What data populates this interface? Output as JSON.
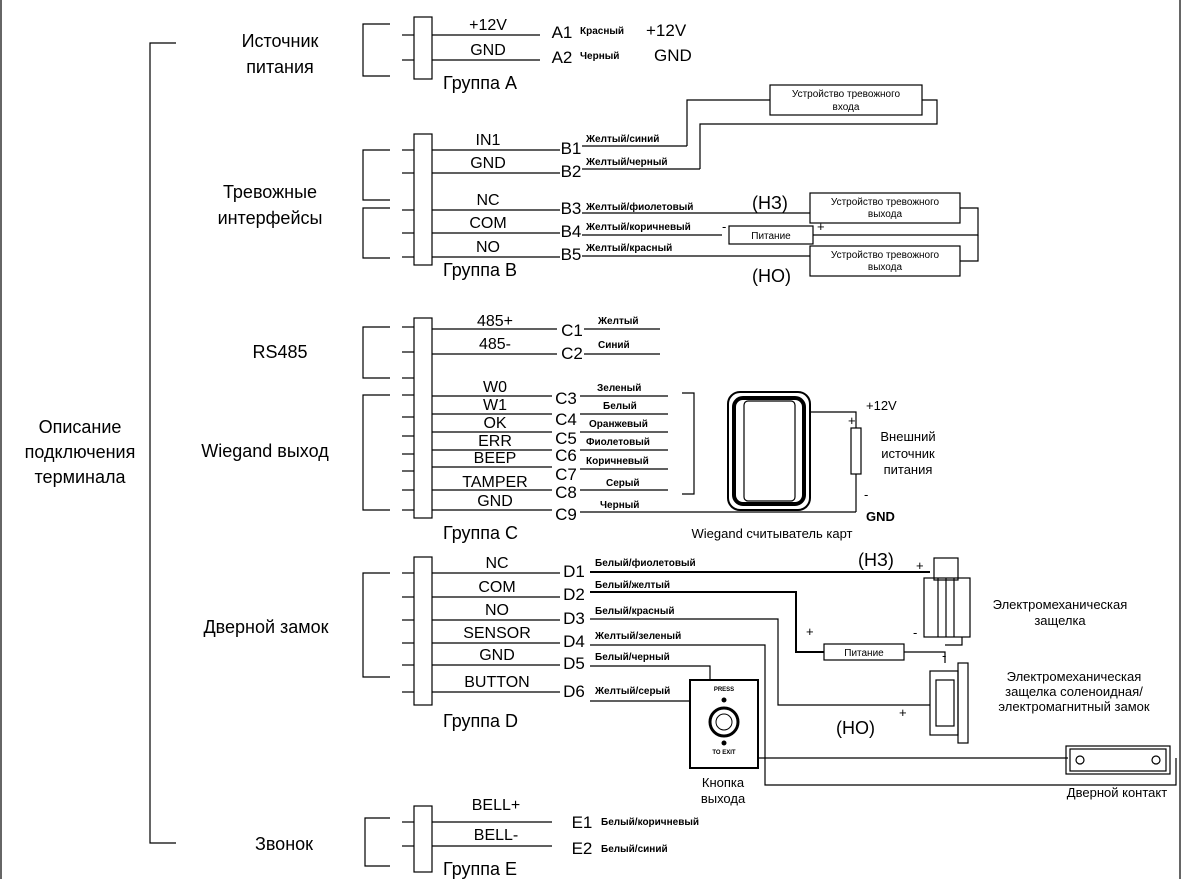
{
  "terminal_label": "Описание подключения терминала",
  "groups": {
    "A": {
      "section": "Источник питания",
      "group_label": "Группа A",
      "rows": [
        {
          "signal": "+12V",
          "pin": "A1",
          "wire": "Красный",
          "extra": "+12V"
        },
        {
          "signal": "GND",
          "pin": "A2",
          "wire": "Черный",
          "extra": "GND"
        }
      ]
    },
    "B": {
      "section": "Тревожные интерфейсы",
      "group_label": "Группа B",
      "rows": [
        {
          "signal": "IN1",
          "pin": "B1",
          "wire": "Желтый/синий"
        },
        {
          "signal": "GND",
          "pin": "B2",
          "wire": "Желтый/черный"
        },
        {
          "signal": "NC",
          "pin": "B3",
          "wire": "Желтый/фиолетовый"
        },
        {
          "signal": "COM",
          "pin": "B4",
          "wire": "Желтый/коричневый"
        },
        {
          "signal": "NO",
          "pin": "B5",
          "wire": "Желтый/красный"
        }
      ],
      "alarm_input_box": "Устройство тревожного входа",
      "alarm_output_box": "Устройство тревожного выхода",
      "power_box": "Питание",
      "nc_note": "(НЗ)",
      "no_note": "(НО)",
      "plus": "+",
      "minus": "-"
    },
    "C": {
      "rs485_label": "RS485",
      "wiegand_label": "Wiegand выход",
      "group_label": "Группа C",
      "rows": [
        {
          "signal": "485+",
          "pin": "C1",
          "wire": "Желтый"
        },
        {
          "signal": "485-",
          "pin": "C2",
          "wire": "Синий"
        },
        {
          "signal": "W0",
          "pin": "C3",
          "wire": "Зеленый"
        },
        {
          "signal": "W1",
          "pin": "C4",
          "wire": "Белый"
        },
        {
          "signal": "OK",
          "pin": "C5",
          "wire": "Оранжевый"
        },
        {
          "signal": "ERR",
          "pin": "C6",
          "wire": "Фиолетовый"
        },
        {
          "signal": "BEEP",
          "pin": "C7",
          "wire": "Коричневый"
        },
        {
          "signal": "TAMPER",
          "pin": "C8",
          "wire": "Серый"
        },
        {
          "signal": "GND",
          "pin": "C9",
          "wire": "Черный"
        }
      ],
      "reader_label": "Wiegand считыватель карт",
      "ext_power_label": "Внешний источник питания",
      "plus12": "+12V",
      "gnd": "GND",
      "plus": "+",
      "minus": "-"
    },
    "D": {
      "section": "Дверной замок",
      "group_label": "Группа D",
      "rows": [
        {
          "signal": "NC",
          "pin": "D1",
          "wire": "Белый/фиолетовый"
        },
        {
          "signal": "COM",
          "pin": "D2",
          "wire": "Белый/желтый"
        },
        {
          "signal": "NO",
          "pin": "D3",
          "wire": "Белый/красный"
        },
        {
          "signal": "SENSOR",
          "pin": "D4",
          "wire": "Желтый/зеленый"
        },
        {
          "signal": "GND",
          "pin": "D5",
          "wire": "Белый/черный"
        },
        {
          "signal": "BUTTON",
          "pin": "D6",
          "wire": "Желтый/серый"
        }
      ],
      "latch_label": "Электромеханическая защелка",
      "solenoid_label": "Электромеханическая защелка соленоидная/ электромагнитный замок",
      "power_box": "Питание",
      "nc_note": "(НЗ)",
      "no_note": "(НО)",
      "exit_button_label": "Кнопка выхода",
      "press_text": "PRESS",
      "to_exit_text": "TO EXIT",
      "door_contact_label": "Дверной контакт",
      "plus": "+",
      "minus": "-"
    },
    "E": {
      "section": "Звонок",
      "group_label": "Группа E",
      "rows": [
        {
          "signal": "BELL+",
          "pin": "E1",
          "wire": "Белый/коричневый"
        },
        {
          "signal": "BELL-",
          "pin": "E2",
          "wire": "Белый/синий"
        }
      ]
    }
  }
}
